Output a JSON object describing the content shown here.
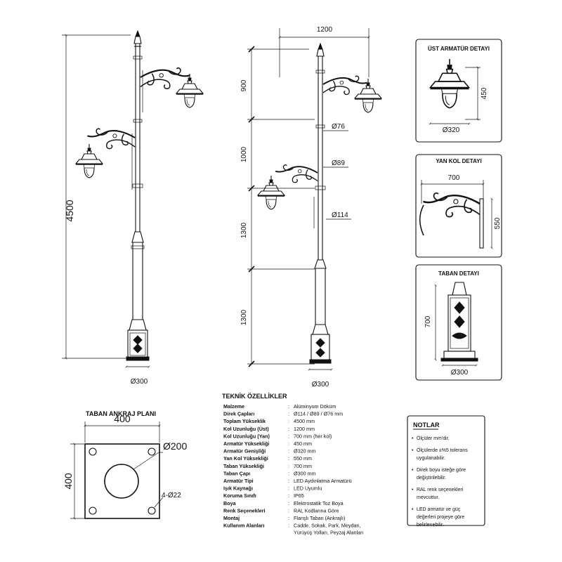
{
  "front_view": {
    "total_height": "4500",
    "base_diameter": "Ø300"
  },
  "side_view": {
    "arm_length": "1200",
    "segments": [
      "900",
      "1000",
      "1300",
      "1300"
    ],
    "pipe_diameters": [
      "Ø76",
      "Ø89",
      "Ø114"
    ],
    "base_diameter": "Ø300"
  },
  "top_fixture_detail": {
    "title": "ÜST ARMATÜR DETAYI",
    "height": "450",
    "diameter": "Ø320"
  },
  "side_arm_detail": {
    "title": "YAN KOL DETAYI",
    "width": "700",
    "height": "550"
  },
  "base_detail": {
    "title": "TABAN DETAYI",
    "height": "700",
    "diameter": "Ø300"
  },
  "anchor_plan": {
    "title": "TABAN ANKRAJ PLANI",
    "width": "400",
    "height": "400",
    "hole": "Ø200",
    "bolts": "4-Ø22"
  },
  "specs": {
    "title": "TEKNİK ÖZELLİKLER",
    "rows": [
      {
        "label": "Malzeme",
        "value": "Alüminyum Döküm"
      },
      {
        "label": "Direk Çapları",
        "value": "Ø114 / Ø89 / Ø76 mm"
      },
      {
        "label": "Toplam Yükseklik",
        "value": "4500 mm"
      },
      {
        "label": "Kol Uzunluğu (Üst)",
        "value": "1200 mm"
      },
      {
        "label": "Kol Uzunluğu (Yan)",
        "value": "700 mm (her kol)"
      },
      {
        "label": "Armatür Yüksekliği",
        "value": "450 mm"
      },
      {
        "label": "Armatür Genişliği",
        "value": "Ø320 mm"
      },
      {
        "label": "Yan Kol Yüksekliği",
        "value": "550 mm"
      },
      {
        "label": "Taban Yüksekliği",
        "value": "700 mm"
      },
      {
        "label": "Taban Çapı",
        "value": "Ø300 mm"
      },
      {
        "label": "Armatür Tipi",
        "value": "LED Aydınlatma Armatürü"
      },
      {
        "label": "Işık Kaynağı",
        "value": "LED Uyumlu"
      },
      {
        "label": "Koruma Sınıfı",
        "value": "IP65"
      },
      {
        "label": "Boya",
        "value": "Elektrostatik Toz Boya"
      },
      {
        "label": "Renk Seçenekleri",
        "value": "RAL Kodlarına Göre"
      },
      {
        "label": "Montaj",
        "value": "Flanşlı Taban (Ankrajlı)"
      },
      {
        "label": "Kullanım Alanları",
        "value": "Cadde, Sokak, Park, Meydan,",
        "value2": "Yürüyüş Yolları, Peyzaj Alanları"
      }
    ]
  },
  "notes": {
    "title": "NOTLAR",
    "items": [
      [
        "Ölçüler mm'dir."
      ],
      [
        "Ölçülerde ±%5 tolerans",
        "uygulanabilir."
      ],
      [
        "Direk boyu isteğe göre",
        "değiştirilebilir."
      ],
      [
        "RAL renk seçenekleri",
        "mevcuttur."
      ],
      [
        "LED armatür ve güç",
        "değerleri projeye göre",
        "belirlenebilir."
      ]
    ]
  }
}
